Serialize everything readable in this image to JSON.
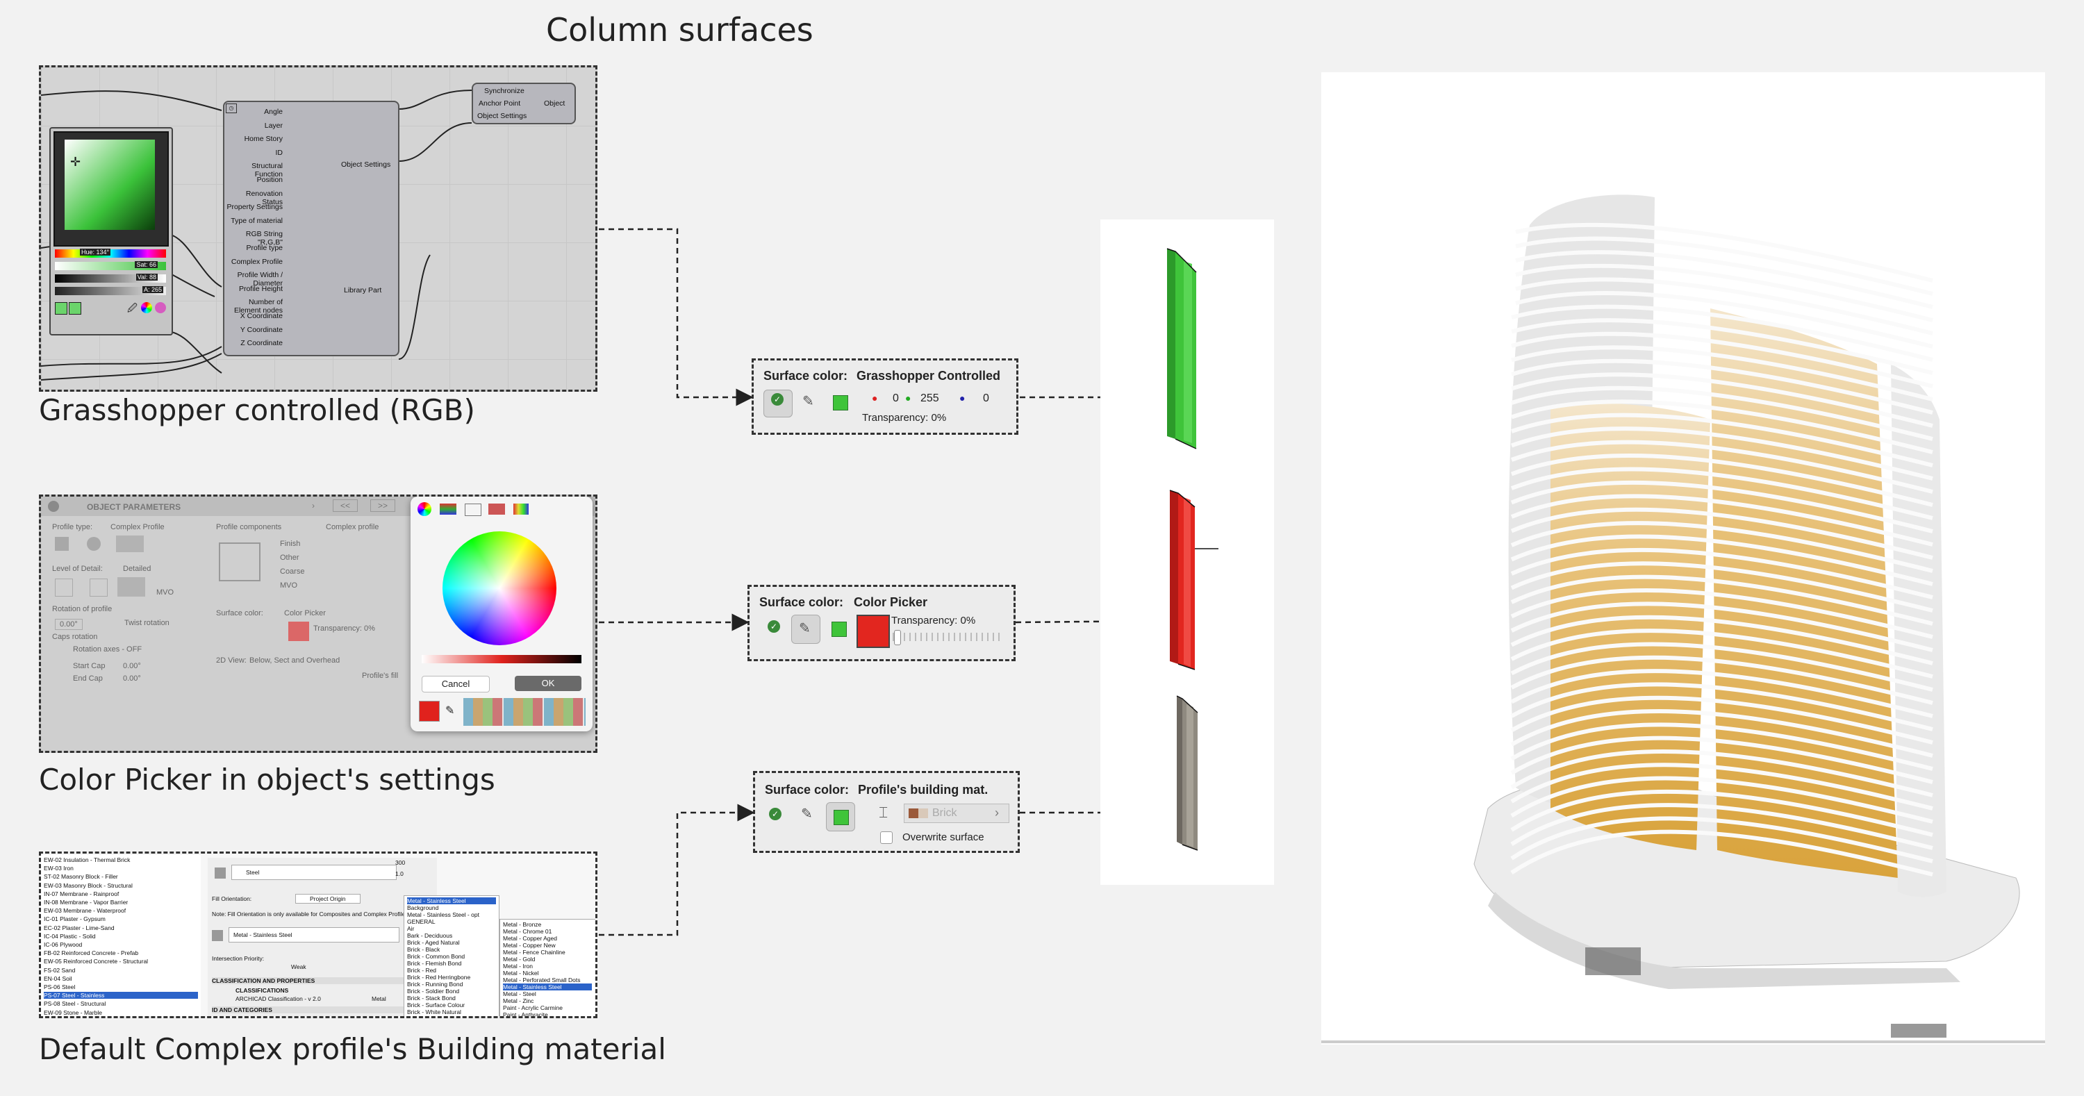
{
  "title": "Column surfaces",
  "captions": {
    "grasshopper": "Grasshopper controlled (RGB)",
    "color_picker": "Color Picker in object's settings",
    "building_mat": "Default Complex profile's Building material"
  },
  "gh_component": {
    "inputs": [
      "Angle",
      "Layer",
      "Home Story",
      "ID",
      "Structural Function",
      "Position",
      "Renovation Status",
      "Property Settings",
      "Type of material",
      "RGB String \"R,G,B\"",
      "Profile type",
      "Complex Profile",
      "Profile Width / Diameter",
      "Profile Height",
      "Number of Element nodes",
      "X Coordinate",
      "Y Coordinate",
      "Z Coordinate"
    ],
    "outputs": [
      "Object Settings",
      "Library Part"
    ],
    "sync_inputs": [
      "Synchronize",
      "Anchor Point",
      "Object Settings"
    ],
    "sync_output": "Object"
  },
  "color_swatch": {
    "hue": "Hue: 134°",
    "sat": "Sat: 66",
    "val": "Val: 88",
    "alpha": "A: 265"
  },
  "callouts": {
    "gh": {
      "label": "Surface color:",
      "value": "Grasshopper Controlled",
      "r": "0",
      "g": "255",
      "b": "0",
      "transparency": "Transparency: 0%"
    },
    "picker": {
      "label": "Surface color:",
      "value": "Color Picker",
      "transparency": "Transparency: 0%"
    },
    "material": {
      "label": "Surface color:",
      "value": "Profile's building mat.",
      "material": "Brick",
      "overwrite": "Overwrite surface"
    }
  },
  "object_params": {
    "header": "OBJECT PARAMETERS",
    "nav": [
      "<<",
      ">>"
    ],
    "profile_type_label": "Profile type:",
    "profile_type_value": "Complex Profile",
    "profile_components": "Profile components",
    "complex_profile": "Complex profile",
    "components": [
      "Finish",
      "Other",
      "Coarse",
      "MVO"
    ],
    "lod_label": "Level of Detail:",
    "lod_value": "Detailed",
    "mvo": "MVO",
    "rotation_label": "Rotation of profile",
    "rotation_value": "0.00°",
    "twist": "Twist rotation",
    "caps_label": "Caps rotation",
    "rotation_axes": "Rotation axes - OFF",
    "start_cap": "Start Cap",
    "end_cap": "End Cap",
    "cap_val": "0.00°",
    "surface_label": "Surface color:",
    "surface_value": "Color Picker",
    "transparency": "Transparency: 0%",
    "view_label": "2D View:",
    "view_value": "Below, Sect and Overhead",
    "profile_fill": "Profile's fill"
  },
  "picker_dialog": {
    "cancel": "Cancel",
    "ok": "OK"
  },
  "building_mat_panel": {
    "left_list": [
      [
        "EW-02",
        "Insulation - Thermal Brick"
      ],
      [
        "EW-03",
        "Iron"
      ],
      [
        "ST-02",
        "Masonry Block - Filler"
      ],
      [
        "EW-03",
        "Masonry Block - Structural"
      ],
      [
        "IN-07",
        "Membrane - Rainproof"
      ],
      [
        "IN-08",
        "Membrane - Vapor Barrier"
      ],
      [
        "EW-03",
        "Membrane - Waterproof"
      ],
      [
        "IC-01",
        "Plaster - Gypsum"
      ],
      [
        "EC-02",
        "Plaster - Lime-Sand"
      ],
      [
        "IC-04",
        "Plastic - Solid"
      ],
      [
        "IC-06",
        "Plywood"
      ],
      [
        "FB-02",
        "Reinforced Concrete - Prefab"
      ],
      [
        "EW-05",
        "Reinforced Concrete - Structural"
      ],
      [
        "FS-02",
        "Sand"
      ],
      [
        "EN-04",
        "Soil"
      ],
      [
        "PS-06",
        "Steel"
      ],
      [
        "PS-07",
        "Steel - Stainless"
      ],
      [
        "PS-08",
        "Steel - Structural"
      ],
      [
        "EW-09",
        "Stone - Marble"
      ]
    ],
    "middle": {
      "steel": "Steel",
      "fill_orientation": "Fill Orientation:",
      "project_origin": "Project Origin",
      "note": "Note: Fill Orientation is only available for Composites and Complex Profiles",
      "metal": "Metal - Stainless Steel",
      "intersection": "Intersection Priority:",
      "weak": "Weak",
      "section": "CLASSIFICATION AND PROPERTIES",
      "classifications": "CLASSIFICATIONS",
      "archicad": "ARCHICAD Classification - v 2.0",
      "archicad_val": "Metal",
      "ids": "ID AND CATEGORIES",
      "val1": "300",
      "val2": "1.0"
    },
    "right_col1": [
      "Metal - Stainless Steel",
      "Background",
      "Metal - Stainless Steel - opt",
      "GENERAL",
      "Air",
      "Bark - Deciduous",
      "Brick - Aged Natural",
      "Brick - Black",
      "Brick - Common Bond",
      "Brick - Flemish Bond",
      "Brick - Red",
      "Brick - Red Herringbone",
      "Brick - Running Bond",
      "Brick - Soldier Bond",
      "Brick - Stack Bond",
      "Brick - Surface Colour",
      "Brick - White Natural"
    ],
    "right_col2": [
      "Metal - Bronze",
      "Metal - Chrome 01",
      "Metal - Copper Aged",
      "Metal - Copper New",
      "Metal - Fence Chainline",
      "Metal - Gold",
      "Metal - Iron",
      "Metal - Nickel",
      "Metal - Perforated Small Dots",
      "Metal - Stainless Steel",
      "Metal - Steel",
      "Metal - Zinc",
      "Paint - Acrylic Carmine",
      "Paint - Anthracite"
    ]
  },
  "colors": {
    "green": "#3fc43a",
    "red": "#e2261f",
    "grey": "#8f8a80",
    "gold": "#d9a33c"
  },
  "icons": [
    "eyedropper-icon",
    "checkmark-icon",
    "cube-icon",
    "profile-icon",
    "chevron-right-icon"
  ]
}
